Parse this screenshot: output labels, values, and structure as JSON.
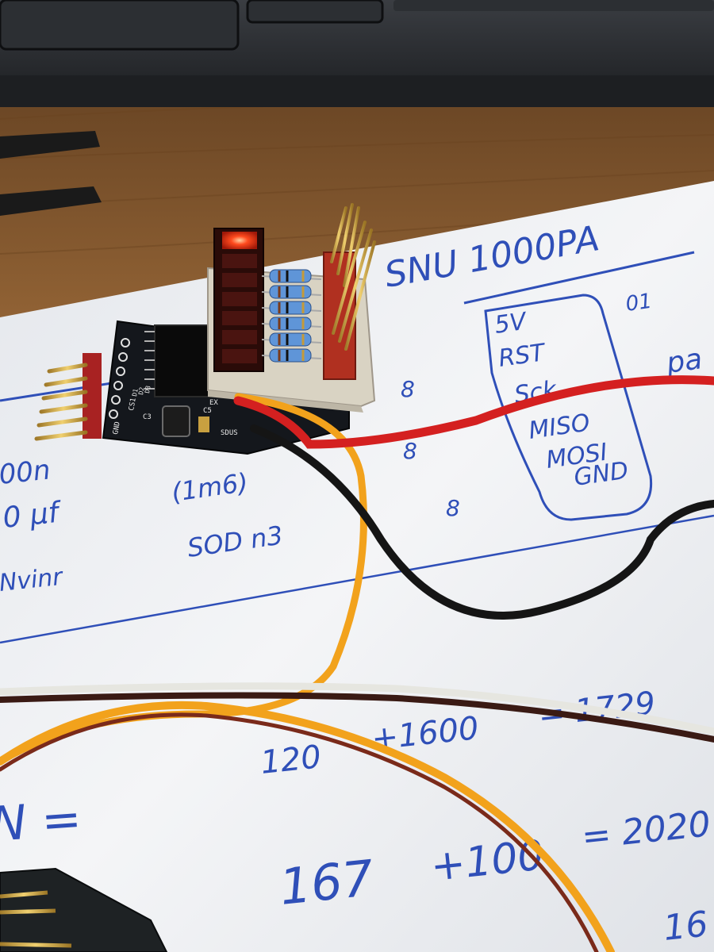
{
  "notes": {
    "title": "SNU 1000PA",
    "pins": [
      "5V",
      "RST",
      "Sck",
      "MISO",
      "MOSI",
      "GND"
    ],
    "left_fragments": [
      "00n",
      "0 µf",
      "Nvinr"
    ],
    "mid_fragments": [
      "(1m6)",
      "SOD n3"
    ],
    "eights": [
      "8",
      "8",
      "8"
    ],
    "side": [
      "01",
      "pa"
    ],
    "math": [
      "120",
      "+1600",
      "= 1729",
      "N =",
      "167",
      "+100",
      "= 2020",
      "16"
    ]
  },
  "board": {
    "silk_labels": [
      "GND",
      "CS1",
      "C3",
      "C5",
      "SDUS",
      "EX",
      "D1",
      "D2",
      "D3"
    ]
  },
  "colors": {
    "paper": "#f1f2f4",
    "desk": "#9a6a3a",
    "ink": "#2f4fb8",
    "pcb": "#14171c",
    "perfboard": "#d9d3c3",
    "led_on": "#ff3a1a",
    "wire_red": "#d42020",
    "wire_black": "#151515",
    "wire_orange": "#f2a21c"
  }
}
